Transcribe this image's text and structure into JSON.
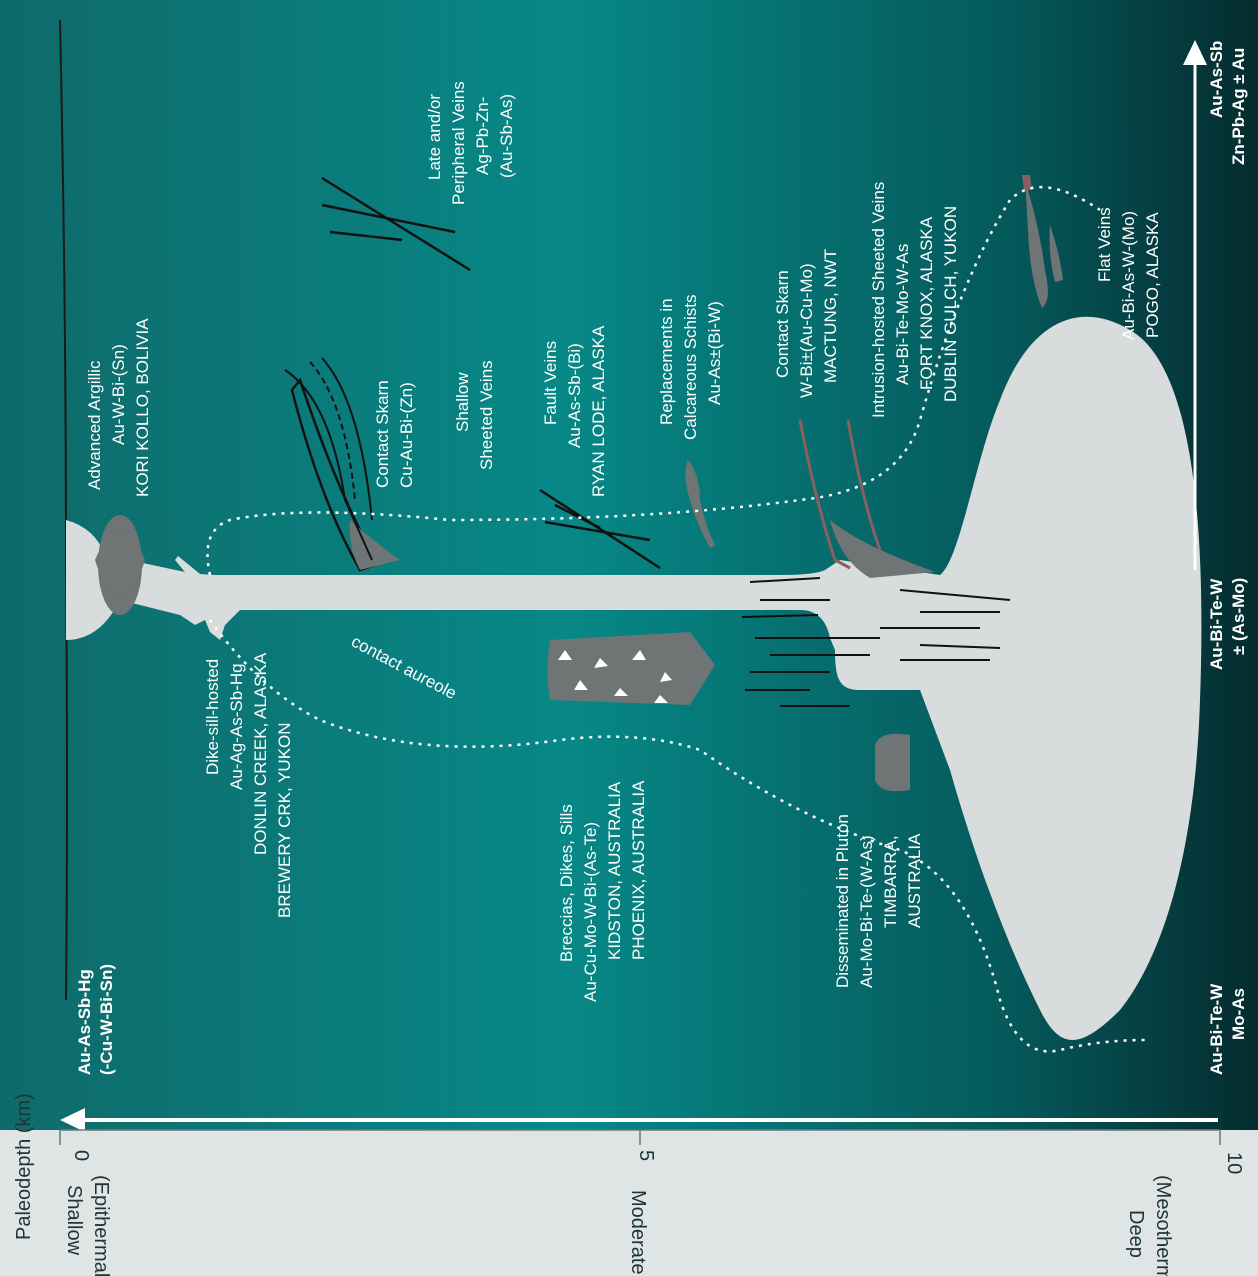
{
  "axis": {
    "title": "Paleodepth (km)",
    "ticks": [
      "0",
      "5",
      "10"
    ],
    "zones": {
      "shallow": [
        "Shallow",
        "(Epithermal)"
      ],
      "moderate": "Moderate",
      "deep": [
        "Deep",
        "(Mesothermal)"
      ]
    }
  },
  "metal_zonation": {
    "shallow": [
      "Au-As-Sb-Hg",
      "(-Cu-W-Bi-Sn)"
    ],
    "deep": [
      "Au-Bi-Te-W",
      "Mo-As"
    ],
    "middle": [
      "Au-Bi-Te-W",
      "± (As-Mo)"
    ],
    "distal": [
      "Au-As-Sb",
      "Zn-Pb-Ag ± Au"
    ]
  },
  "deposit_labels": {
    "advanced_argillic": [
      "Advanced Argillic",
      "Au-W-Bi-(Sn)",
      "KORI KOLLO, BOLIVIA"
    ],
    "late_veins": [
      "Late and/or",
      "Peripheral Veins",
      "Ag-Pb-Zn-",
      "(Au-Sb-As)"
    ],
    "contact_skarn_shallow": [
      "Contact Skarn",
      "Cu-Au-Bi-(Zn)"
    ],
    "shallow_sheeted": [
      "Shallow",
      "Sheeted Veins"
    ],
    "fault_veins": [
      "Fault Veins",
      "Au-As-Sb-(Bi)",
      "RYAN LODE, ALASKA"
    ],
    "replacements": [
      "Replacements in",
      "Calcareous Schists",
      "Au-As±(Bi-W)"
    ],
    "contact_skarn_deep": [
      "Contact Skarn",
      "W-Bi±(Au-Cu-Mo)",
      "MACTUNG, NWT"
    ],
    "intrusion_sheeted": [
      "Intrusion-hosted Sheeted Veins",
      "Au-Bi-Te-Mo-W-As",
      "FORT KNOX, ALASKA",
      "DUBLIN GULCH, YUKON"
    ],
    "flat_veins": [
      "Flat Veins",
      "Au-Bi-As-W-(Mo)",
      "POGO, ALASKA"
    ],
    "dike_sill": [
      "Dike-sill-hosted",
      "Au-Ag-As-Sb-Hg",
      "DONLIN CREEK, ALASKA",
      "BREWERY CRK, YUKON"
    ],
    "contact_aureole": "contact aureole",
    "breccias": [
      "Breccias, Dikes, Sills",
      "Au-Cu-Mo-W-Bi-(As-Te)",
      "KIDSTON, AUSTRALIA",
      "PHOENIX, AUSTRALIA"
    ],
    "disseminated": [
      "Disseminated in Pluton",
      "Au-Mo-Bi-Te-(W-As)",
      "TIMBARRA,",
      "AUSTRALIA"
    ]
  },
  "colors": {
    "background_left": "#125f60",
    "background_mid": "#0a8a89",
    "background_right": "#063436",
    "pluton": "#d9dcdc",
    "ore_body": "#6f7475",
    "axis_strip": "#dfe5e5"
  }
}
